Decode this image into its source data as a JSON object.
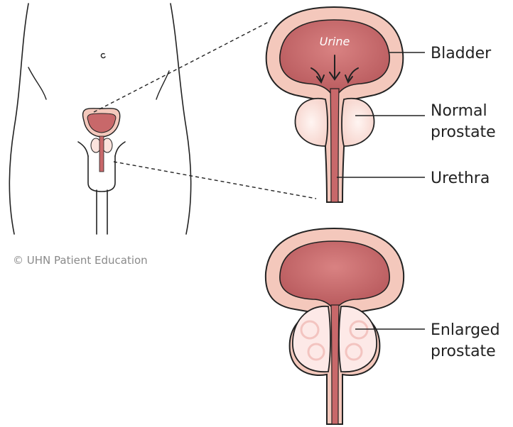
{
  "labels": {
    "urine": "Urine",
    "bladder": "Bladder",
    "normal_prostate_line1": "Normal",
    "normal_prostate_line2": "prostate",
    "urethra": "Urethra",
    "enlarged_prostate_line1": "Enlarged",
    "enlarged_prostate_line2": "prostate"
  },
  "credit": "© UHN Patient Education",
  "colors": {
    "tissue_outer": "#f4c8bc",
    "bladder_lumen": "#c8686a",
    "prostate": "#fbe3dd",
    "enlarged_prostate": "#fde9e7",
    "ink": "#222222"
  }
}
